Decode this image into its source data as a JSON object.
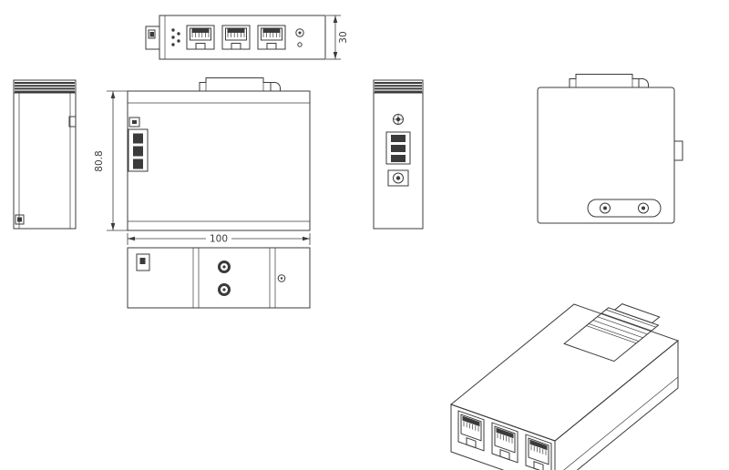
{
  "drawing": {
    "dimensions": {
      "top_view_height": "30",
      "front_view_height": "80.8",
      "front_view_width": "100"
    },
    "colors": {
      "line": "#3b3b3b",
      "background": "#ffffff"
    },
    "views": [
      {
        "id": "top",
        "description": "top view with three RJ45 ports and status LEDs"
      },
      {
        "id": "side-left",
        "description": "left side view with striped DIN clip cap"
      },
      {
        "id": "front",
        "description": "front view with DIN clip, terminal block, dimensions"
      },
      {
        "id": "side-right",
        "description": "right side view with ground screw, terminal block, DC jack"
      },
      {
        "id": "rear",
        "description": "rear view with DIN clip and mounting screw slot"
      },
      {
        "id": "bottom",
        "description": "bottom view with screw bosses and grooves"
      },
      {
        "id": "isometric",
        "description": "isometric view with three RJ45 ports and DIN clip"
      }
    ]
  }
}
